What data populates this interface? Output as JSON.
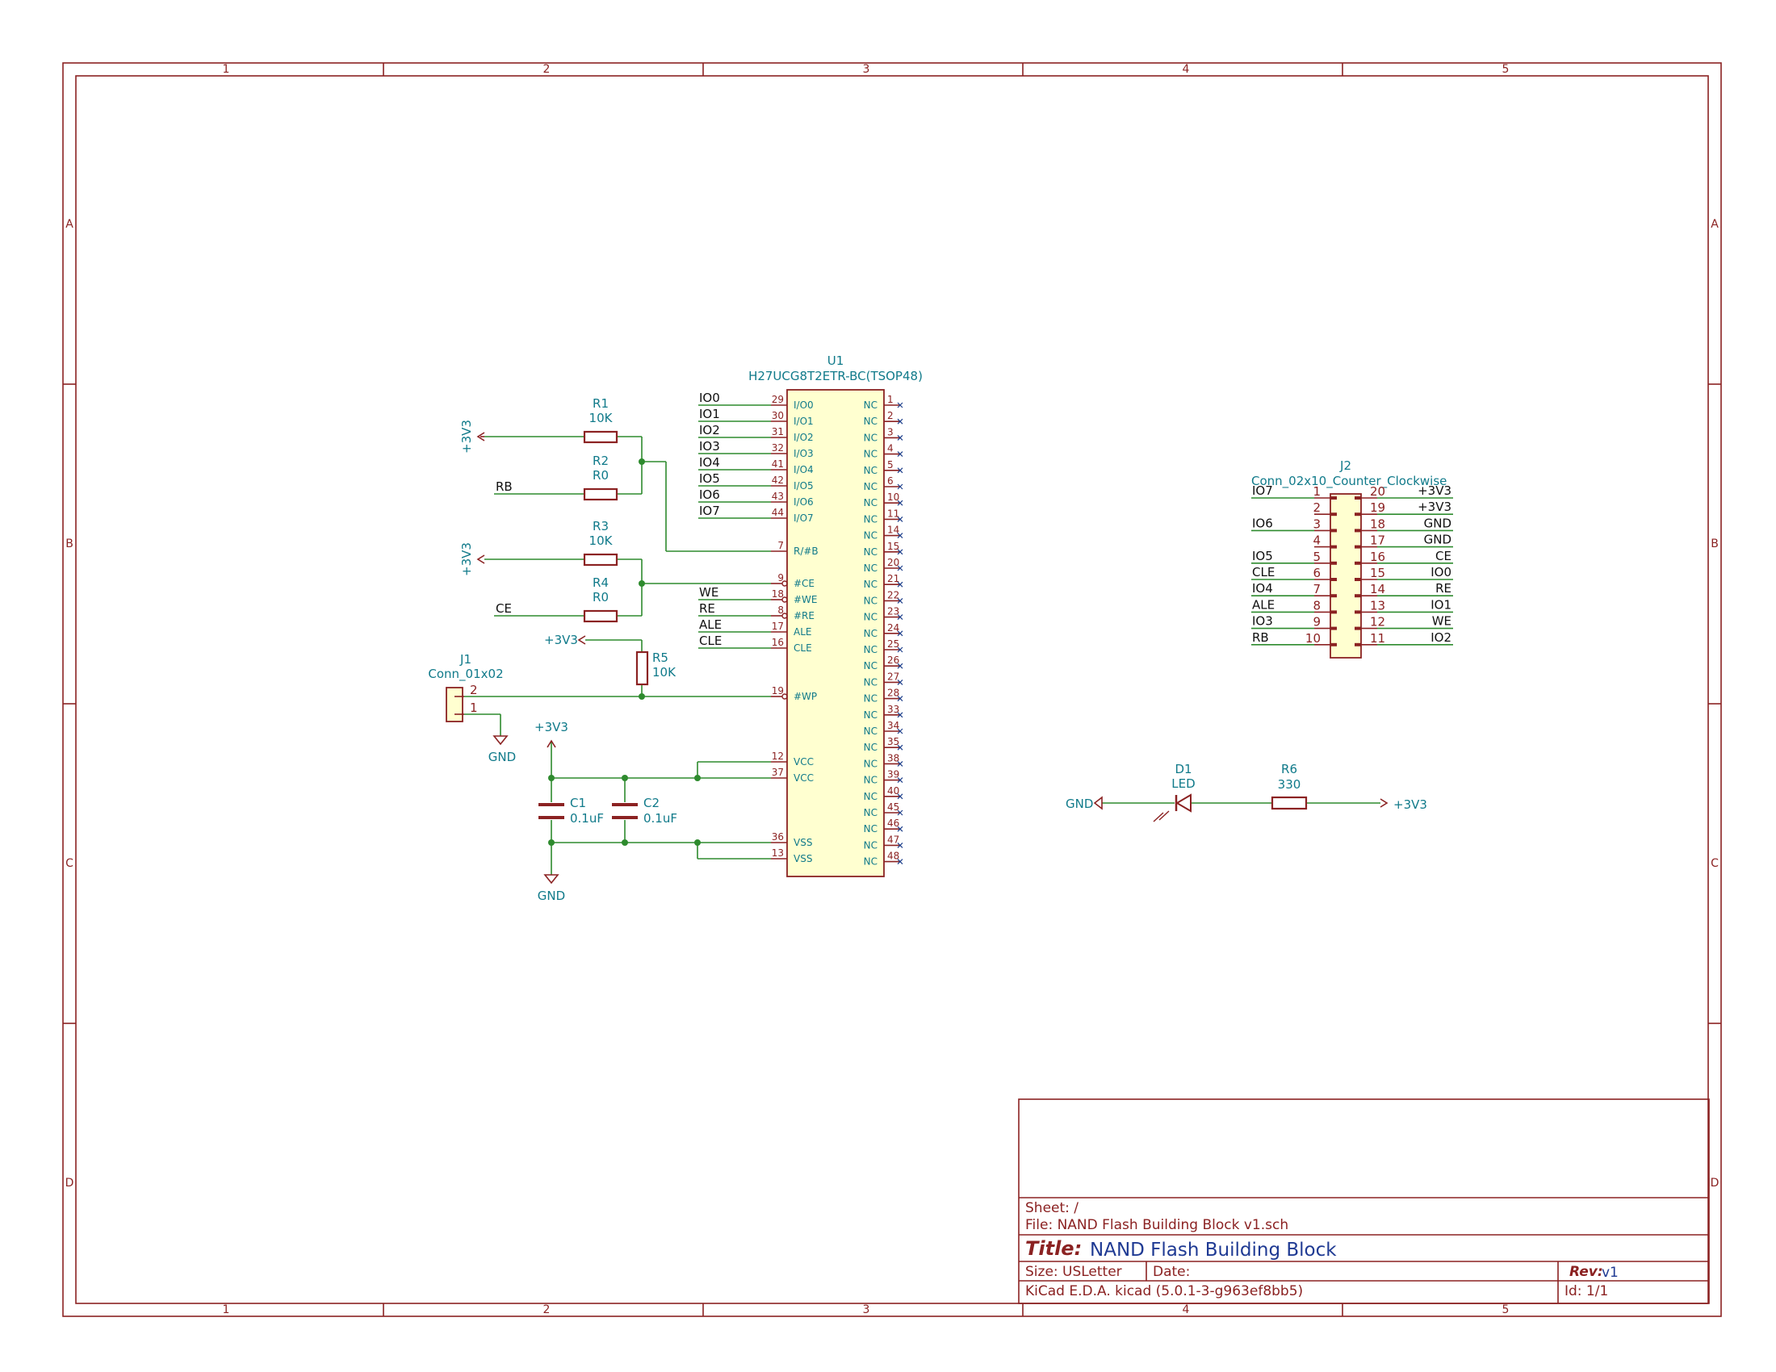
{
  "frame": {
    "col_labels": [
      "1",
      "2",
      "3",
      "4",
      "5"
    ],
    "row_labels": [
      "A",
      "B",
      "C",
      "D"
    ],
    "color": "#8b2222"
  },
  "u1": {
    "ref": "U1",
    "value": "H27UCG8T2ETR-BC(TSOP48)",
    "left_pins": [
      {
        "num": "29",
        "name": "I/O0",
        "net": "IO0"
      },
      {
        "num": "30",
        "name": "I/O1",
        "net": "IO1"
      },
      {
        "num": "31",
        "name": "I/O2",
        "net": "IO2"
      },
      {
        "num": "32",
        "name": "I/O3",
        "net": "IO3"
      },
      {
        "num": "41",
        "name": "I/O4",
        "net": "IO4"
      },
      {
        "num": "42",
        "name": "I/O5",
        "net": "IO5"
      },
      {
        "num": "43",
        "name": "I/O6",
        "net": "IO6"
      },
      {
        "num": "44",
        "name": "I/O7",
        "net": "IO7"
      },
      {
        "num": "7",
        "name": "R/#B",
        "net": ""
      },
      {
        "num": "9",
        "name": "#CE",
        "net": ""
      },
      {
        "num": "18",
        "name": "#WE",
        "net": "WE"
      },
      {
        "num": "8",
        "name": "#RE",
        "net": "RE"
      },
      {
        "num": "17",
        "name": "ALE",
        "net": "ALE"
      },
      {
        "num": "16",
        "name": "CLE",
        "net": "CLE"
      },
      {
        "num": "19",
        "name": "#WP",
        "net": ""
      },
      {
        "num": "12",
        "name": "VCC",
        "net": ""
      },
      {
        "num": "37",
        "name": "VCC",
        "net": ""
      },
      {
        "num": "36",
        "name": "VSS",
        "net": ""
      },
      {
        "num": "13",
        "name": "VSS",
        "net": ""
      }
    ],
    "nc_name": "NC",
    "right_pins": [
      "1",
      "2",
      "3",
      "4",
      "5",
      "6",
      "10",
      "11",
      "14",
      "15",
      "20",
      "21",
      "22",
      "23",
      "24",
      "25",
      "26",
      "27",
      "28",
      "33",
      "34",
      "35",
      "38",
      "39",
      "40",
      "45",
      "46",
      "47",
      "48"
    ]
  },
  "resistors": [
    {
      "ref": "R1",
      "value": "10K"
    },
    {
      "ref": "R2",
      "value": "R0"
    },
    {
      "ref": "R3",
      "value": "10K"
    },
    {
      "ref": "R4",
      "value": "R0"
    },
    {
      "ref": "R5",
      "value": "10K"
    },
    {
      "ref": "R6",
      "value": "330"
    }
  ],
  "capacitors": [
    {
      "ref": "C1",
      "value": "0.1uF"
    },
    {
      "ref": "C2",
      "value": "0.1uF"
    }
  ],
  "j1": {
    "ref": "J1",
    "value": "Conn_01x02",
    "pins": [
      "2",
      "1"
    ]
  },
  "d1": {
    "ref": "D1",
    "value": "LED"
  },
  "power": {
    "v33": "+3V3",
    "gnd": "GND"
  },
  "nets": {
    "rb": "RB",
    "ce": "CE"
  },
  "j2": {
    "ref": "J2",
    "value": "Conn_02x10_Counter_Clockwise",
    "left": [
      {
        "num": "1",
        "net": "IO7"
      },
      {
        "num": "2",
        "net": ""
      },
      {
        "num": "3",
        "net": "IO6"
      },
      {
        "num": "4",
        "net": ""
      },
      {
        "num": "5",
        "net": "IO5"
      },
      {
        "num": "6",
        "net": "CLE"
      },
      {
        "num": "7",
        "net": "IO4"
      },
      {
        "num": "8",
        "net": "ALE"
      },
      {
        "num": "9",
        "net": "IO3"
      },
      {
        "num": "10",
        "net": "RB"
      }
    ],
    "right": [
      {
        "num": "20",
        "net": "+3V3"
      },
      {
        "num": "19",
        "net": "+3V3"
      },
      {
        "num": "18",
        "net": "GND"
      },
      {
        "num": "17",
        "net": "GND"
      },
      {
        "num": "16",
        "net": "CE"
      },
      {
        "num": "15",
        "net": "IO0"
      },
      {
        "num": "14",
        "net": "RE"
      },
      {
        "num": "13",
        "net": "IO1"
      },
      {
        "num": "12",
        "net": "WE"
      },
      {
        "num": "11",
        "net": "IO2"
      }
    ]
  },
  "title_block": {
    "sheet": "Sheet: /",
    "file": "File: NAND Flash Building Block v1.sch",
    "title_label": "Title:",
    "title": "NAND Flash Building Block",
    "size": "Size: USLetter",
    "date": "Date:",
    "rev_label": "Rev:",
    "rev": "v1",
    "tool": "KiCad E.D.A.  kicad (5.0.1-3-g963ef8bb5)",
    "id": "Id: 1/1"
  }
}
